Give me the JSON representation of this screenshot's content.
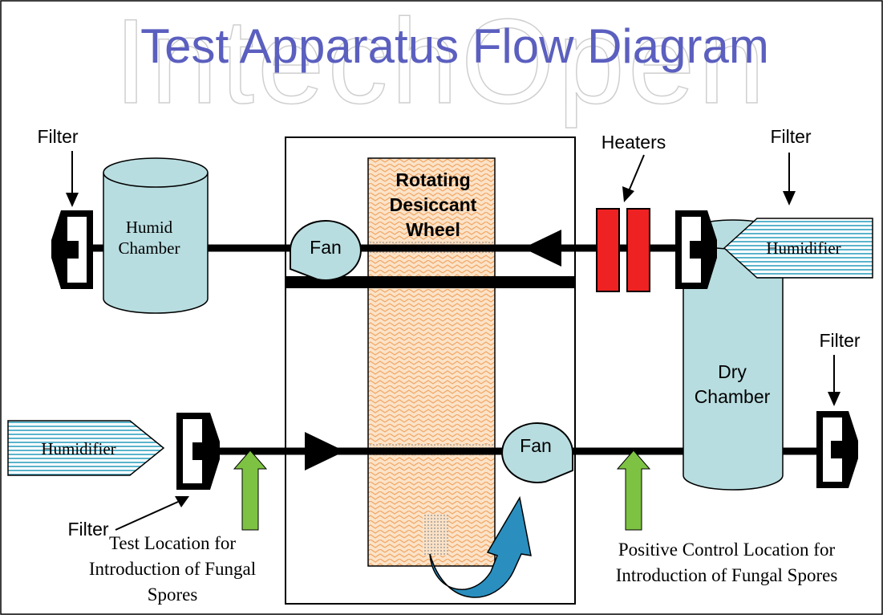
{
  "title": "Test Apparatus Flow Diagram",
  "watermark": "IntechOpen",
  "labels": {
    "filter_top_left": "Filter",
    "filter_top_right": "Filter",
    "filter_mid_right": "Filter",
    "filter_bottom_left": "Filter",
    "heaters": "Heaters",
    "humid_chamber_line1": "Humid",
    "humid_chamber_line2": "Chamber",
    "dry_chamber_line1": "Dry",
    "dry_chamber_line2": "Chamber",
    "fan_top": "Fan",
    "fan_bottom": "Fan",
    "wheel_line1": "Rotating",
    "wheel_line2": "Desiccant",
    "wheel_line3": "Wheel",
    "humidifier_top": "Humidifier",
    "humidifier_bottom": "Humidifier",
    "test_location_line1": "Test Location for",
    "test_location_line2": "Introduction of Fungal",
    "test_location_line3": "Spores",
    "positive_control_line1": "Positive Control Location for",
    "positive_control_line2": "Introduction of Fungal Spores"
  },
  "colors": {
    "title": "#5b5fbf",
    "chamber_fill": "#b8dde0",
    "heater": "#ee2222",
    "spore_arrow": "#7dc242",
    "rotation_arrow": "#2a8fbf",
    "wheel_fill": "#fbe3c8",
    "wheel_zigzag": "#f2a766",
    "humidifier_stripe": "#5ab4cc"
  }
}
